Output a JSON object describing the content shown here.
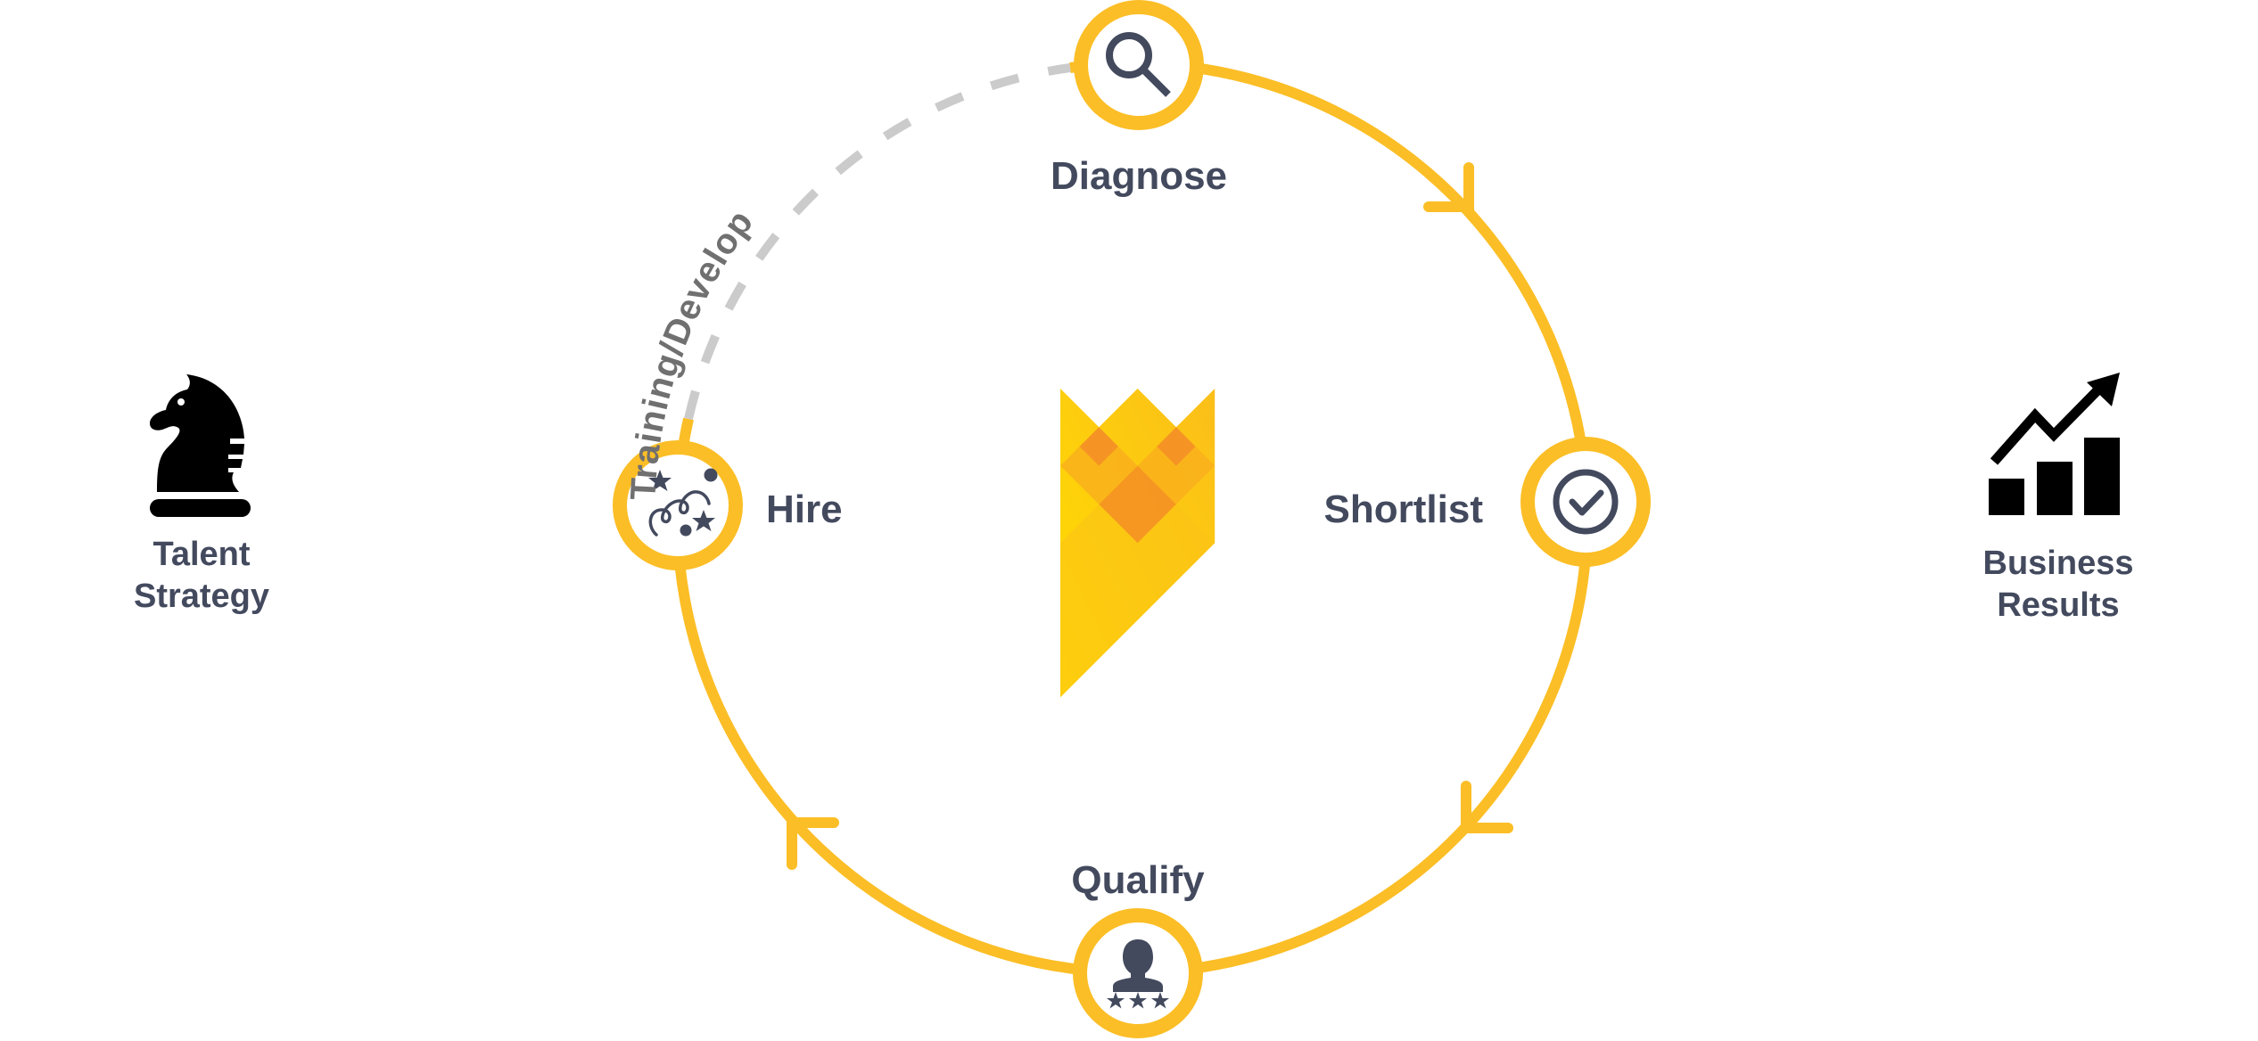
{
  "colors": {
    "ring": "#FBBE26",
    "text": "#434A5E",
    "dashed": "#CBCBCB",
    "arc_text": "#707070",
    "icon_black": "#000000"
  },
  "left": {
    "icon": "chess-knight-icon",
    "line1": "Talent",
    "line2": "Strategy"
  },
  "right": {
    "icon": "growth-chart-icon",
    "line1": "Business",
    "line2": "Results"
  },
  "cycle": {
    "dashed_label": "Training/Develop",
    "steps": [
      {
        "label": "Diagnose",
        "icon": "magnifier-icon"
      },
      {
        "label": "Shortlist",
        "icon": "check-circle-icon"
      },
      {
        "label": "Qualify",
        "icon": "rated-person-icon"
      },
      {
        "label": "Hire",
        "icon": "celebration-icon"
      }
    ]
  }
}
